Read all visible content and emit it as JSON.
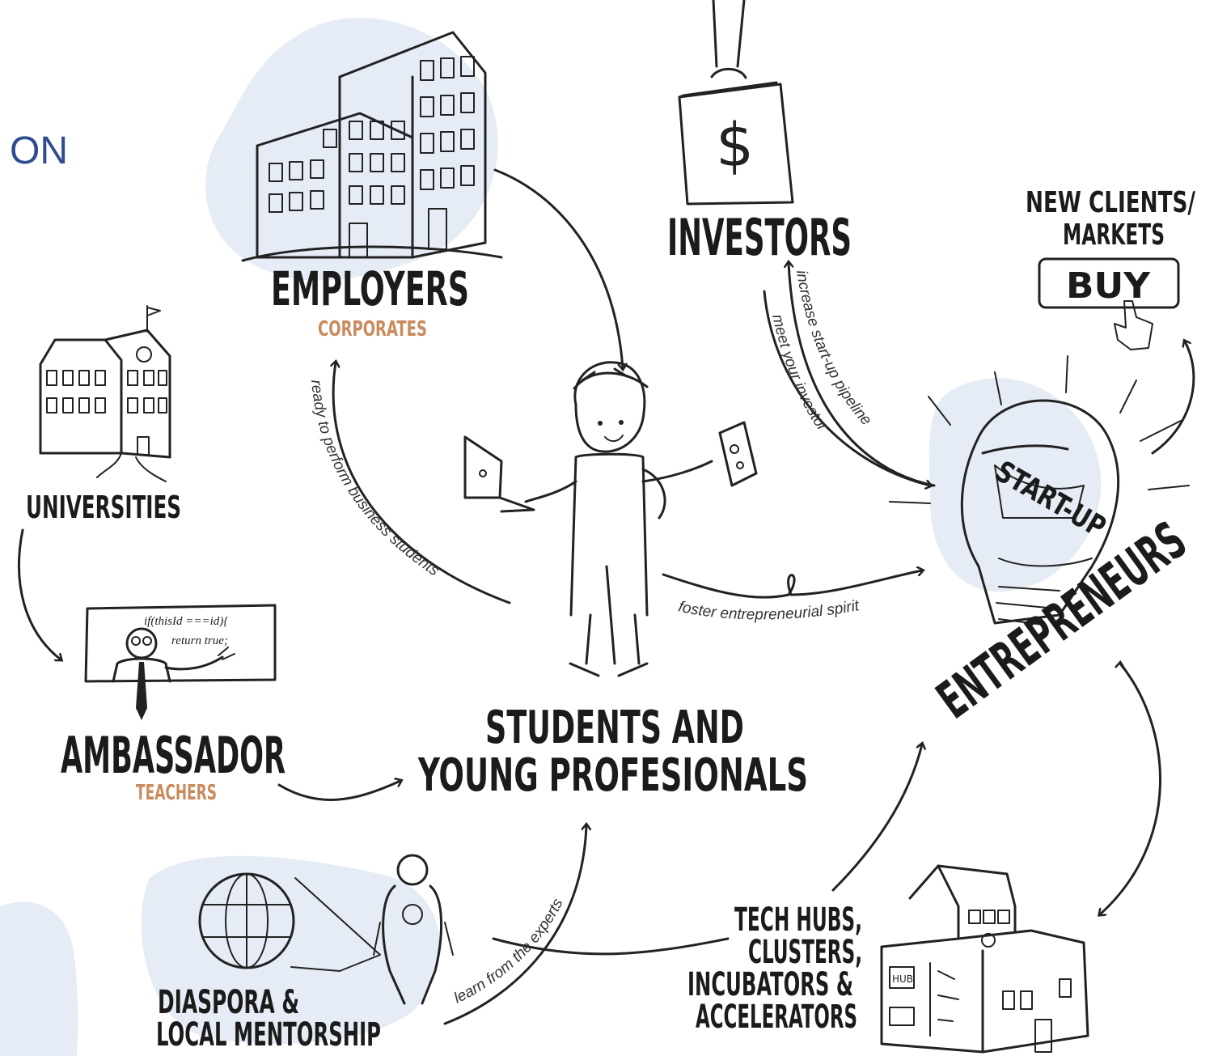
{
  "corner_title": "ON",
  "nodes": {
    "employers": {
      "title": "EMPLOYERS",
      "subtitle": "CORPORATES"
    },
    "investors": {
      "title": "INVESTORS"
    },
    "new_clients": {
      "line1": "NEW CLIENTS/",
      "line2": "MARKETS",
      "button": "BUY"
    },
    "universities": {
      "title": "UNIVERSITIES"
    },
    "ambassador": {
      "title": "AMBASSADOR",
      "subtitle": "TEACHERS",
      "code_line1": "if(thisId ===id){",
      "code_line2": "return true;"
    },
    "students": {
      "line1": "STUDENTS AND",
      "line2": "YOUNG PROFESIONALS"
    },
    "entrepreneurs": {
      "title": "ENTREPRENEURS",
      "bulb_label": "START-UP"
    },
    "diaspora": {
      "line1": "DIASPORA &",
      "line2": "LOCAL MENTORSHIP"
    },
    "tech_hubs": {
      "line1": "TECH HUBS,",
      "line2": "CLUSTERS,",
      "line3": "INCUBATORS &",
      "line4": "ACCELERATORS",
      "sign": "HUB"
    }
  },
  "connections": {
    "increase_pipeline": "increase start-up pipeline",
    "meet_investor": "meet your investor",
    "ready_to_perform": "ready to perform business students",
    "foster_spirit": "foster entrepreneurial spirit",
    "learn_experts": "learn from the experts"
  },
  "colors": {
    "accent_blue": "#2f4c8f",
    "blob_blue": "#e6ecf5",
    "subtitle_orange": "#c98b5e",
    "ink": "#222222"
  }
}
